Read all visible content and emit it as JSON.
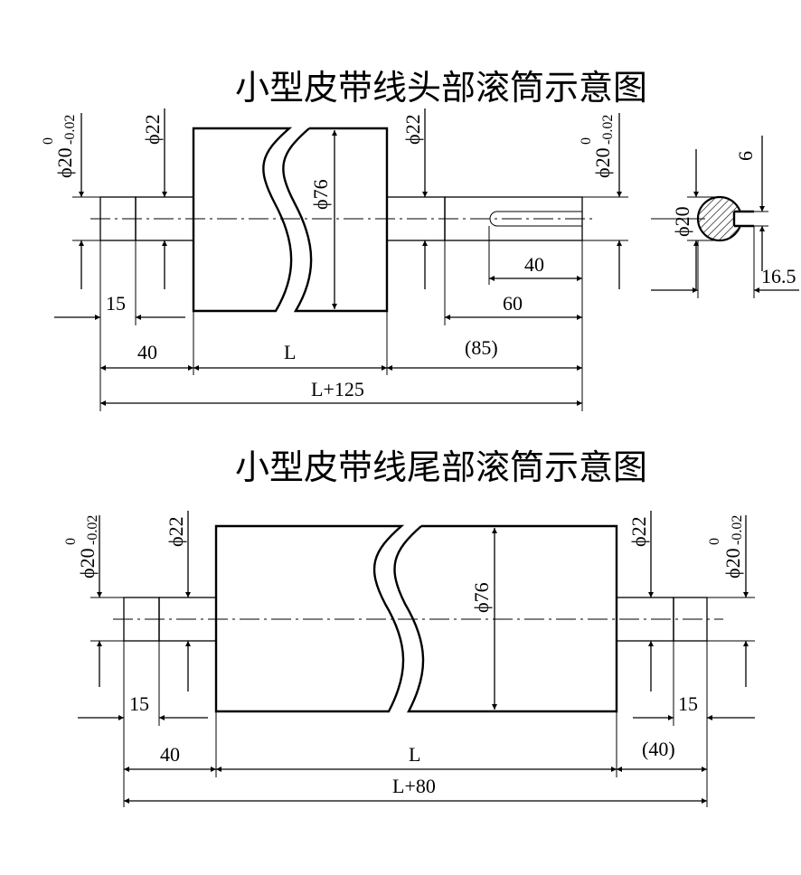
{
  "head": {
    "title": "小型皮带线头部滚筒示意图",
    "shaft_dia": "ϕ20",
    "tol_upper": "0",
    "tol_lower": "-0.02",
    "bearing_dia": "ϕ22",
    "drum_dia": "ϕ76",
    "dim_15": "15",
    "dim_40_left": "40",
    "dim_L": "L",
    "dim_85": "(85)",
    "dim_40_key": "40",
    "dim_60": "60",
    "dim_total": "L+125",
    "section_dia": "ϕ20",
    "section_key": "6",
    "section_depth": "16.5"
  },
  "tail": {
    "title": "小型皮带线尾部滚筒示意图",
    "shaft_dia": "ϕ20",
    "tol_upper": "0",
    "tol_lower": "-0.02",
    "bearing_dia": "ϕ22",
    "drum_dia": "ϕ76",
    "dim_15_left": "15",
    "dim_15_right": "15",
    "dim_40_left": "40",
    "dim_L": "L",
    "dim_40_right": "(40)",
    "dim_total": "L+80"
  }
}
